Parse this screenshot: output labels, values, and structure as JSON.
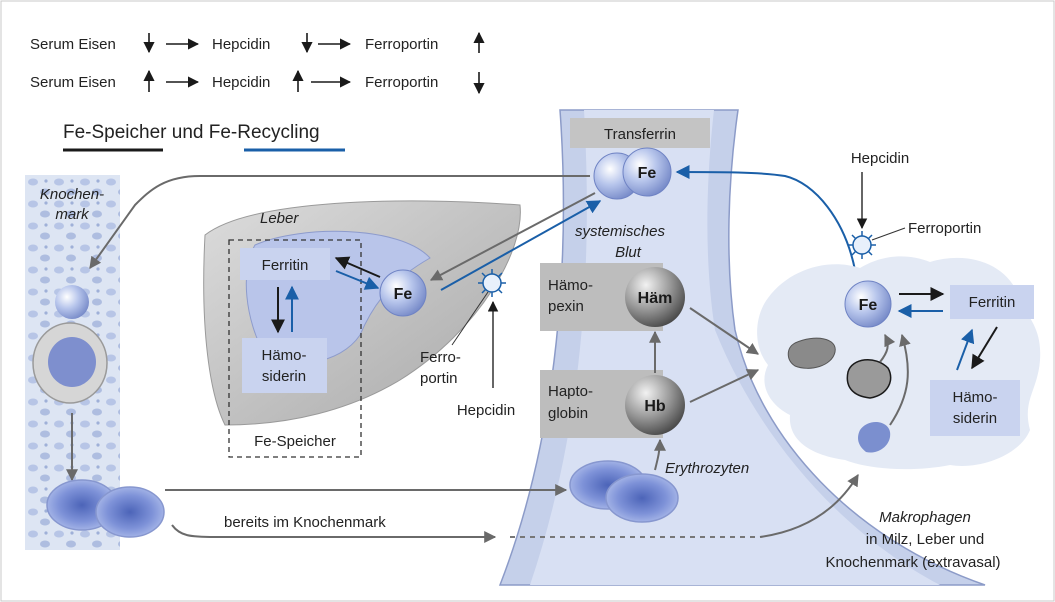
{
  "legend": {
    "row1": {
      "a": "Serum Eisen",
      "b": "Hepcidin",
      "c": "Ferroportin"
    },
    "row2": {
      "a": "Serum Eisen",
      "b": "Hepcidin",
      "c": "Ferroportin"
    },
    "title_part1": "Fe-Speicher und ",
    "title_part2": "Fe-Recycling",
    "colors": {
      "storage": "#1a1a1a",
      "recycling": "#1a5fa8"
    }
  },
  "bone_marrow": {
    "line1": "Knochen-",
    "line2": "mark"
  },
  "liver": {
    "label": "Leber",
    "ferritin": "Ferritin",
    "haemo_line1": "Hämo-",
    "haemo_line2": "siderin",
    "fe": "Fe",
    "storage_label": "Fe-Speicher",
    "ferro_line1": "Ferro-",
    "ferro_line2": "portin",
    "hepcidin": "Hepcidin"
  },
  "blood": {
    "transferrin": "Transferrin",
    "fe": "Fe",
    "systemic_line1": "systemisches",
    "systemic_line2": "Blut",
    "haemopexin_line1": "Hämo-",
    "haemopexin_line2": "pexin",
    "haem": "Häm",
    "haptoglobin_line1": "Hapto-",
    "haptoglobin_line2": "globin",
    "hb": "Hb",
    "erythrocytes": "Erythrozyten",
    "already_in_marrow": "bereits im Knochenmark"
  },
  "macrophage": {
    "hepcidin": "Hepcidin",
    "ferroportin": "Ferroportin",
    "fe": "Fe",
    "ferritin": "Ferritin",
    "haemo_line1": "Hämo-",
    "haemo_line2": "siderin",
    "title": "Makrophagen",
    "line2": "in Milz, Leber und",
    "line3": "Knochenmark (extravasal)"
  }
}
